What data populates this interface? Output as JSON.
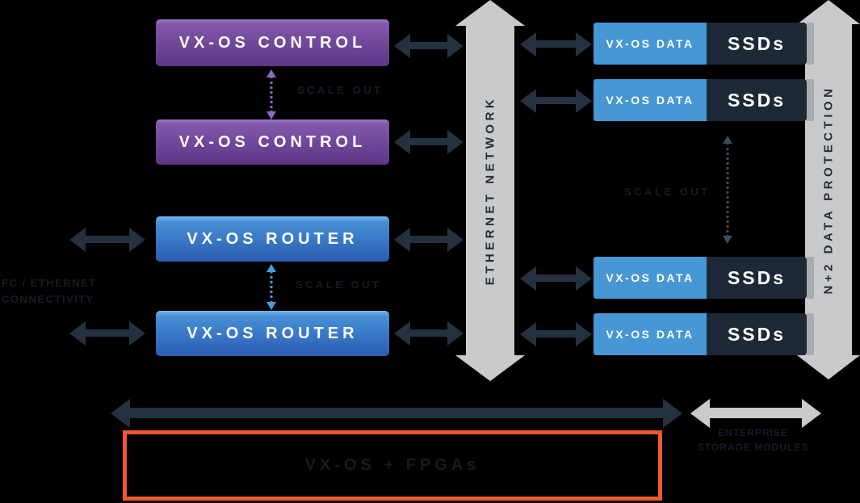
{
  "colors": {
    "background": "#000000",
    "arrow_navy": "#243140",
    "ssd_dark": "#1d2936",
    "gray_arrow": "#c9cacb",
    "data_blue": "#4697d3",
    "control_purple_top": "#8257ab",
    "control_purple_bottom": "#5e3684",
    "router_blue_top": "#4690d6",
    "router_blue_bottom": "#2a5cb2",
    "orange_accent": "#f1582b",
    "dotted_purple": "#9366c4",
    "dotted_blue": "#4a9ade",
    "dotted_slate": "#3a4c60",
    "dark_label": "#131c26"
  },
  "host_connectivity": {
    "line1": "FC / ETHERNET",
    "line2": "CONNECTIVITY"
  },
  "control_nodes": [
    {
      "label": "VX-OS CONTROL"
    },
    {
      "label": "VX-OS CONTROL"
    }
  ],
  "router_nodes": [
    {
      "label": "VX-OS ROUTER"
    },
    {
      "label": "VX-OS ROUTER"
    }
  ],
  "scale_out": {
    "control_label": "SCALE OUT",
    "router_label": "SCALE OUT",
    "data_label": "SCALE OUT"
  },
  "ethernet_network": {
    "label": "ETHERNET NETWORK"
  },
  "data_modules": [
    {
      "label": "VX-OS DATA",
      "ssd_label": "SSDs"
    },
    {
      "label": "VX-OS DATA",
      "ssd_label": "SSDs"
    },
    {
      "label": "VX-OS DATA",
      "ssd_label": "SSDs"
    },
    {
      "label": "VX-OS DATA",
      "ssd_label": "SSDs"
    }
  ],
  "data_protection": {
    "label": "N+2 DATA PROTECTION"
  },
  "controller_section": {
    "label": "VX-OS + FPGAs"
  },
  "storage_section": {
    "line1": "ENTERPRISE",
    "line2": "STORAGE MODULES"
  }
}
